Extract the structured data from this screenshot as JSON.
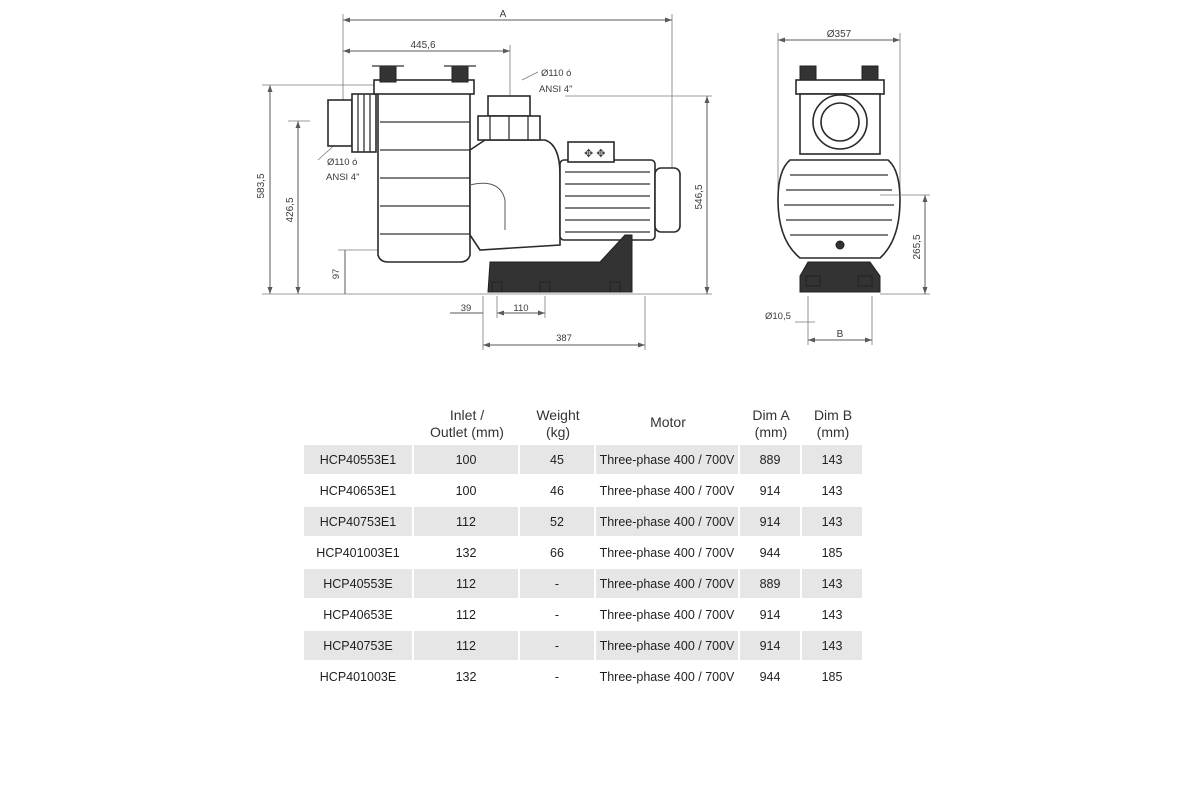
{
  "diagram": {
    "dims": {
      "A": "A",
      "d445": "445,6",
      "outlet_d": "Ø110 ó",
      "outlet_ansi": "ANSI 4\"",
      "inlet_d": "Ø110 ó",
      "inlet_ansi": "ANSI 4\"",
      "h583": "583,5",
      "h426": "426,5",
      "h97": "97",
      "h546": "546,5",
      "w39": "39",
      "w110": "110",
      "w387": "387",
      "d357": "Ø357",
      "h265": "265,5",
      "hole": "Ø10,5",
      "B": "B"
    }
  },
  "table": {
    "headers": [
      {
        "line1": "",
        "line2": ""
      },
      {
        "line1": "Inlet /",
        "line2": "Outlet (mm)"
      },
      {
        "line1": "Weight",
        "line2": "(kg)"
      },
      {
        "line1": "Motor",
        "line2": ""
      },
      {
        "line1": "Dim A",
        "line2": "(mm)"
      },
      {
        "line1": "Dim B",
        "line2": "(mm)"
      }
    ],
    "rows": [
      {
        "model": "HCP40553E1",
        "inlet": "100",
        "weight": "45",
        "motor": "Three-phase 400 / 700V",
        "dim_a": "889",
        "dim_b": "143",
        "shaded": true
      },
      {
        "model": "HCP40653E1",
        "inlet": "100",
        "weight": "46",
        "motor": "Three-phase 400 / 700V",
        "dim_a": "914",
        "dim_b": "143",
        "shaded": false
      },
      {
        "model": "HCP40753E1",
        "inlet": "112",
        "weight": "52",
        "motor": "Three-phase 400 / 700V",
        "dim_a": "914",
        "dim_b": "143",
        "shaded": true
      },
      {
        "model": "HCP401003E1",
        "inlet": "132",
        "weight": "66",
        "motor": "Three-phase 400 / 700V",
        "dim_a": "944",
        "dim_b": "185",
        "shaded": false
      },
      {
        "model": "HCP40553E",
        "inlet": "112",
        "weight": "-",
        "motor": "Three-phase 400 / 700V",
        "dim_a": "889",
        "dim_b": "143",
        "shaded": true
      },
      {
        "model": "HCP40653E",
        "inlet": "112",
        "weight": "-",
        "motor": "Three-phase 400 / 700V",
        "dim_a": "914",
        "dim_b": "143",
        "shaded": false
      },
      {
        "model": "HCP40753E",
        "inlet": "112",
        "weight": "-",
        "motor": "Three-phase 400 / 700V",
        "dim_a": "914",
        "dim_b": "143",
        "shaded": true
      },
      {
        "model": "HCP401003E",
        "inlet": "132",
        "weight": "-",
        "motor": "Three-phase 400 / 700V",
        "dim_a": "944",
        "dim_b": "185",
        "shaded": false
      }
    ]
  }
}
